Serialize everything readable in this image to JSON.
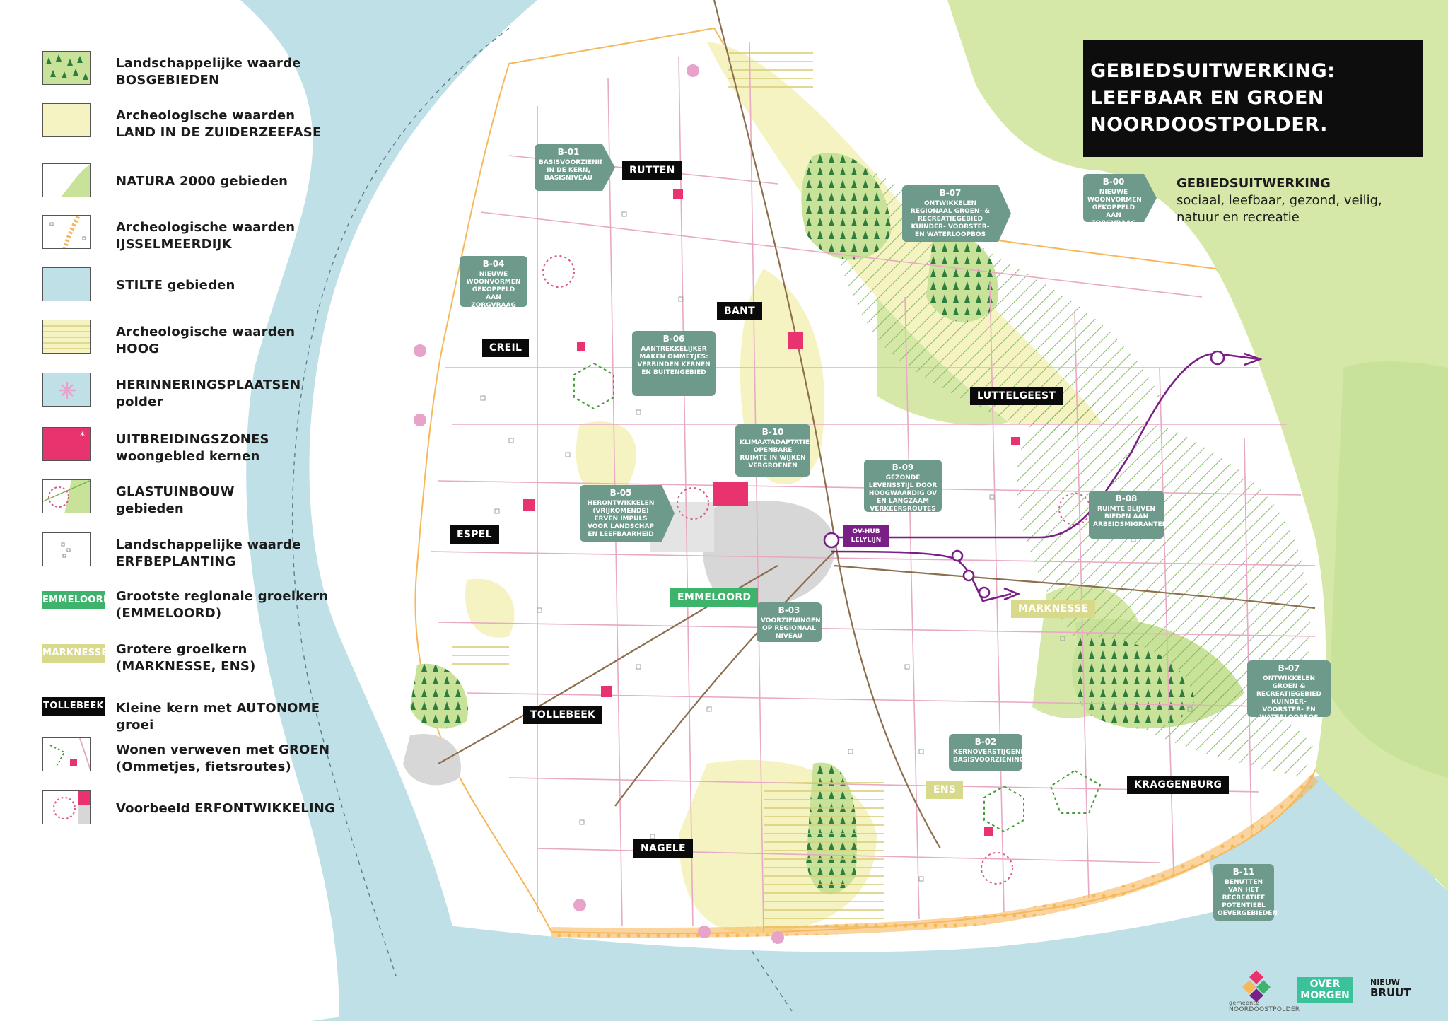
{
  "title": {
    "lines": [
      "GEBIEDSUITWERKING:",
      "LEEFBAAR EN GROEN",
      "NOORDOOSTPOLDER."
    ]
  },
  "subtitle": {
    "heading": "GEBIEDSUITWERKING",
    "lines": [
      "sociaal, leefbaar, gezond, veilig,",
      "natuur en recreatie"
    ]
  },
  "colors": {
    "water": "#bfe0e6",
    "forest_green": "#c9e29a",
    "tree_dark": "#2f7d3e",
    "natura": "#d6e8a8",
    "zuiderzee": "#f6f3c2",
    "urban": "#d7d7d7",
    "pink_road": "#e8a9c4",
    "road_brown": "#8b6f4e",
    "tag_teal": "#6e9a8c",
    "ov_purple": "#7a1f86",
    "expansion_pink": "#e8336f",
    "dike_orange": "#f6b85a"
  },
  "legend": [
    {
      "line1": "Landschappelijke waarde",
      "line2": "BOSGEBIEDEN",
      "swatch": "forest"
    },
    {
      "line1": "Archeologische waarden",
      "line2": "LAND IN DE ZUIDERZEEFASE",
      "swatch": "zuiderzee"
    },
    {
      "line1": "NATURA 2000 gebieden",
      "line2": "",
      "swatch": "natura"
    },
    {
      "line1": "Archeologische waarden",
      "line2": "IJSSELMEERDIJK",
      "swatch": "dijk"
    },
    {
      "line1": "STILTE gebieden",
      "line2": "",
      "swatch": "stilte"
    },
    {
      "line1": "Archeologische waarden",
      "line2": "HOOG",
      "swatch": "hoog"
    },
    {
      "line1": "HERINNERINGSPLAATSEN",
      "line2": "polder",
      "swatch": "herinnering"
    },
    {
      "line1": "UITBREIDINGSZONES",
      "line2": "woongebied kernen",
      "swatch": "uitbreiding"
    },
    {
      "line1": "GLASTUINBOUW",
      "line2": "gebieden",
      "swatch": "glas"
    },
    {
      "line1": "Landschappelijke waarde",
      "line2": "ERFBEPLANTING",
      "swatch": "erf"
    },
    {
      "line1": "Grootste regionale groeikern",
      "line2": "(EMMELOORD)",
      "chip": "EMMELOORD",
      "chip_style": "regional"
    },
    {
      "line1": "Grotere groeikern",
      "line2": "(MARKNESSE, ENS)",
      "chip": "MARKNESSE",
      "chip_style": "large"
    },
    {
      "line1": "Kleine kern met AUTONOME groei",
      "line2": "",
      "chip": "TOLLEBEEK",
      "chip_style": "small"
    },
    {
      "line1": "Wonen verweven met GROEN",
      "line2": "(Ommetjes, fietsroutes)",
      "swatch": "ommetje"
    },
    {
      "line1": "Voorbeeld ERFONTWIKKELING",
      "line2": "",
      "swatch": "erfontw"
    }
  ],
  "towns": [
    {
      "name": "RUTTEN",
      "style": "small"
    },
    {
      "name": "BANT",
      "style": "small"
    },
    {
      "name": "CREIL",
      "style": "small"
    },
    {
      "name": "LUTTELGEEST",
      "style": "small"
    },
    {
      "name": "ESPEL",
      "style": "small"
    },
    {
      "name": "EMMELOORD",
      "style": "regional"
    },
    {
      "name": "MARKNESSE",
      "style": "large"
    },
    {
      "name": "TOLLEBEEK",
      "style": "small"
    },
    {
      "name": "ENS",
      "style": "large"
    },
    {
      "name": "KRAGGENBURG",
      "style": "small"
    },
    {
      "name": "NAGELE",
      "style": "small"
    }
  ],
  "tags": [
    {
      "id": "B-01",
      "text": "BASISVOORZIENINGEN IN DE KERN, BASISNIVEAU"
    },
    {
      "id": "B-04",
      "text": "NIEUWE WOONVORMEN GEKOPPELD AAN ZORGVRAAG"
    },
    {
      "id": "B-06",
      "text": "AANTREKKELIJKER MAKEN OMMETJES: VERBINDEN KERNEN EN BUITENGEBIED"
    },
    {
      "id": "B-07",
      "text": "ONTWIKKELEN REGIONAAL GROEN- & RECREATIEGEBIED KUINDER- VOORSTER- EN WATERLOOPBOS"
    },
    {
      "id": "B-00",
      "text": "NIEUWE WOONVORMEN GEKOPPELD AAN ZORGVRAAG"
    },
    {
      "id": "B-10",
      "text": "KLIMAATADAPTATIE: OPENBARE RUIMTE IN WIJKEN VERGROENEN"
    },
    {
      "id": "B-09",
      "text": "GEZONDE LEVENSSTIJL DOOR HOOGWAARDIG OV EN LANGZAAM VERKEERSROUTES"
    },
    {
      "id": "B-05",
      "text": "HERONTWIKKELEN (VRIJKOMENDE) ERVEN IMPULS VOOR LANDSCHAP EN LEEFBAARHEID"
    },
    {
      "id": "B-08",
      "text": "RUIMTE BLIJVEN BIEDEN AAN ARBEIDSMIGRANTEN"
    },
    {
      "id": "B-03",
      "text": "VOORZIENINGEN OP REGIONAAL NIVEAU"
    },
    {
      "id": "B-07",
      "text": "ONTWIKKELEN GROEN & RECREATIEGEBIED KUINDER- VOORSTER- EN WATERLOOPBOS"
    },
    {
      "id": "B-02",
      "text": "KERNOVERSTIJGENDE BASISVOORZIENINGEN"
    },
    {
      "id": "B-11",
      "text": "BENUTTEN VAN HET RECREATIEF POTENTIEEL OEVERGEBIEDEN"
    }
  ],
  "ov_hub": {
    "line1": "OV-HUB",
    "line2": "LELYLIJN"
  },
  "logos": {
    "gemeente_small": "gemeente",
    "gemeente": "NOORDOOSTPOLDER",
    "overmorgen": [
      "OVER",
      "MORGEN"
    ],
    "nieuwbruut": [
      "NIEUW",
      "BRUUT"
    ]
  }
}
